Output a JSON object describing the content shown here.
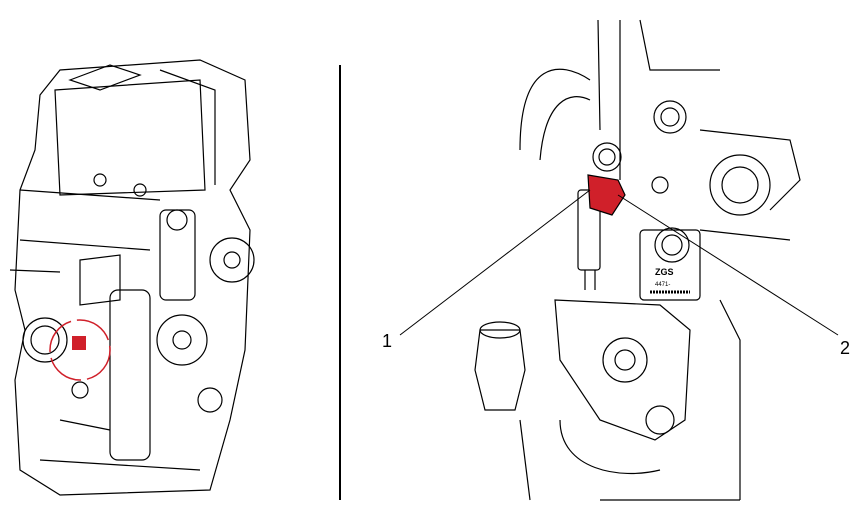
{
  "callouts": [
    {
      "number": "1"
    },
    {
      "number": "2"
    }
  ],
  "part_label": {
    "line1": "ZGS",
    "line2": "4471-"
  },
  "colors": {
    "highlight": "#d0202a",
    "line": "#000000"
  }
}
